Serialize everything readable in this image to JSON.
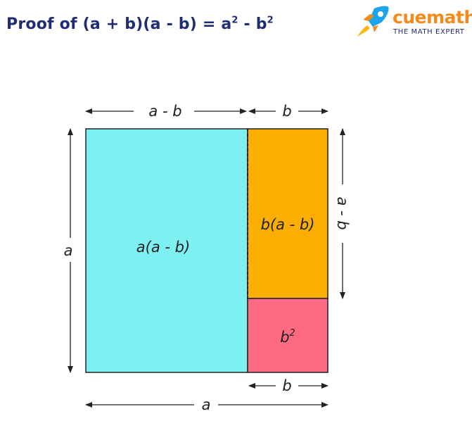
{
  "header": {
    "title_main": "Proof of (a + b)(a - b) =  a",
    "title_sup1": "2",
    "title_mid": " - b",
    "title_sup2": "2"
  },
  "logo": {
    "brand": "cuemath",
    "tagline": "THE MATH EXPERT",
    "icon": "rocket-icon"
  },
  "diagram": {
    "labels": {
      "top_left_width": "a - b",
      "top_right_width": "b",
      "left_height": "a",
      "right_height": "a - b",
      "bottom_small_width": "b",
      "bottom_full_width": "a"
    },
    "regions": {
      "large": {
        "label": "a(a - b)",
        "color": "#7ef0f2"
      },
      "right_top": {
        "label": "b(a - b)",
        "color": "#fdae02"
      },
      "square": {
        "label_base": "b",
        "label_exp": "2",
        "color": "#fd6a82"
      }
    }
  }
}
